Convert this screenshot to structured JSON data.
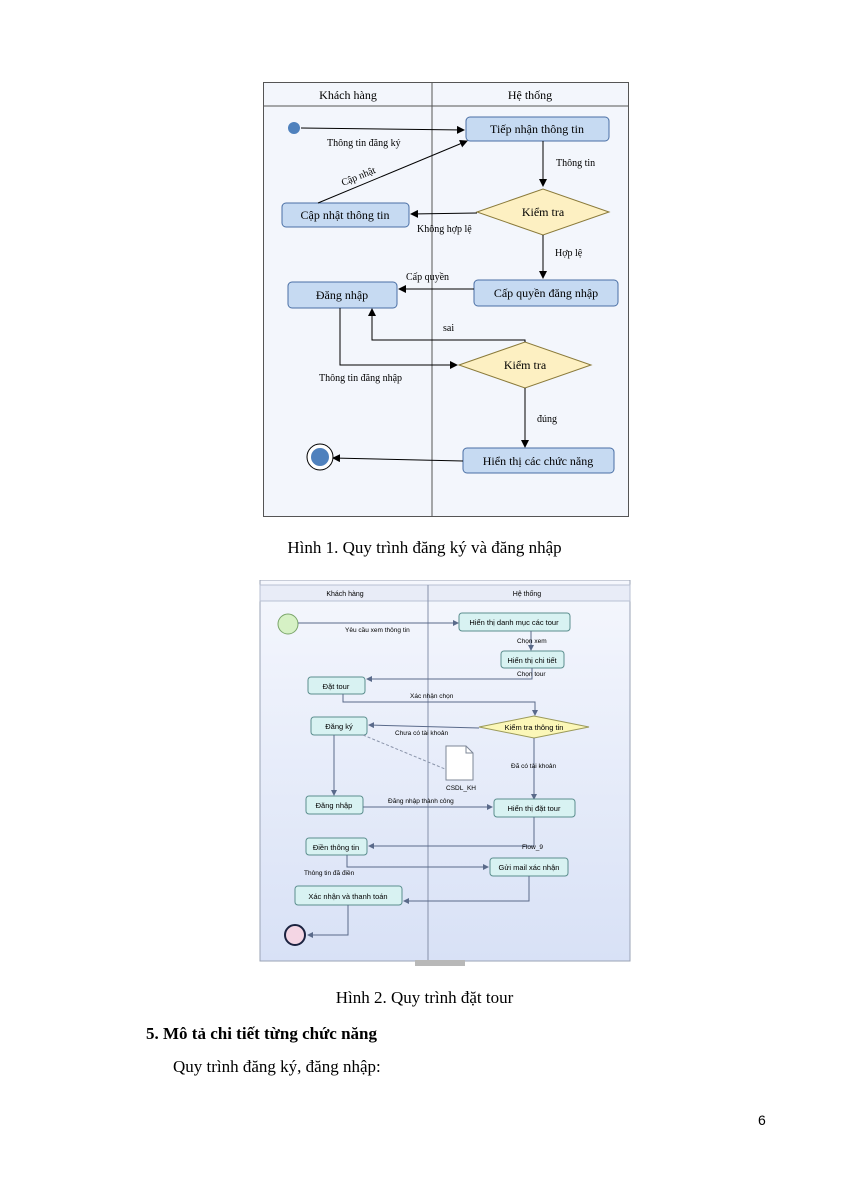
{
  "figure1": {
    "lanes": [
      "Khách hàng",
      "Hệ thống"
    ],
    "nodes": {
      "receive": "Tiếp nhận thông tin",
      "check1": "Kiểm tra",
      "update": "Cập nhật thông tin",
      "grant": "Cấp quyền đăng nhập",
      "login": "Đăng nhập",
      "check2": "Kiểm tra",
      "display": "Hiển thị các chức năng"
    },
    "labels": {
      "reg_info": "Thông tin đăng ký",
      "update_edge": "Cập nhật",
      "info": "Thông tin",
      "invalid": "Không hợp lệ",
      "valid": "Hợp lệ",
      "grant_edge": "Cấp quyền",
      "wrong": "sai",
      "login_info": "Thông tin đăng nhập",
      "correct": "đúng"
    }
  },
  "caption1": "Hình 1. Quy trình đăng ký và đăng nhập",
  "figure2": {
    "lanes": [
      "Khách hàng",
      "Hệ thống"
    ],
    "nodes": {
      "catalog": "Hiển thị danh mục các tour",
      "detail": "Hiển thị chi tiết",
      "book": "Đặt tour",
      "register": "Đăng ký",
      "check": "Kiểm tra thông tin",
      "db": "CSDL_KH",
      "login": "Đăng nhập",
      "show_booking": "Hiển thị đặt tour",
      "fill": "Điền thông tin",
      "mail": "Gửi mail xác nhận",
      "pay": "Xác nhận và thanh toán"
    },
    "labels": {
      "request": "Yêu cầu xem thông tin",
      "choose_view": "Chọn xem",
      "choose_tour": "Chọn tour",
      "confirm_choice": "Xác nhận chọn",
      "no_account": "Chưa có tài khoản",
      "has_account": "Đã có tài khoản",
      "login_ok": "Đăng nhập thành công",
      "flow": "Flow_9",
      "filled": "Thông tin đã điền"
    }
  },
  "caption2": "Hình 2. Quy trình đặt tour",
  "section_heading": "5.  Mô tả chi tiết từng chức năng",
  "paragraph": "Quy trình đăng ký, đăng nhập:",
  "page_number": "6"
}
